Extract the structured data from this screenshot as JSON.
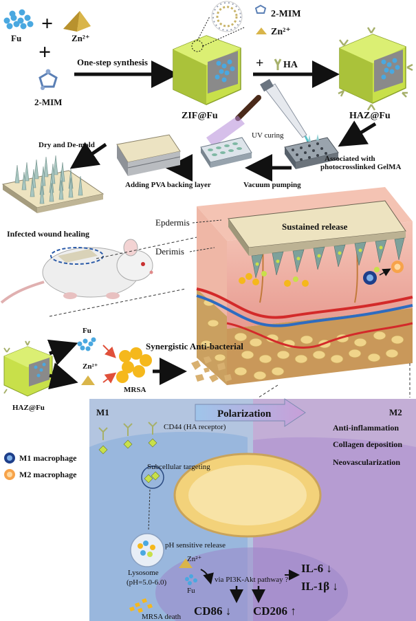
{
  "top": {
    "fu": "Fu",
    "zn": "Zn²⁺",
    "mim": "2-MIM",
    "one_step": "One-step synthesis",
    "legend_mim": "2-MIM",
    "legend_zn": "Zn²⁺",
    "ha": "HA",
    "zif": "ZIF@Fu",
    "haz": "HAZ@Fu",
    "uv": "UV curing",
    "dry": "Dry and De-mold",
    "pva": "Adding PVA  backing layer",
    "vacuum": "Vacuum pumping",
    "associated1": "Associated with",
    "associated2": "photocrosslinked GelMA"
  },
  "skin": {
    "infected": "Infected wound healing",
    "epidermis": "Epdermis",
    "dermis": "Derimis",
    "sustained": "Sustained release"
  },
  "antibacterial": {
    "fu": "Fu",
    "zn": "Zn²⁺",
    "haz": "HAZ@Fu",
    "mrsa": "MRSA",
    "synergistic": "Synergistic Anti-bacterial"
  },
  "legend": {
    "m1": "M1 macrophage",
    "m2": "M2 macrophage"
  },
  "cell": {
    "m1": "M1",
    "m2": "M2",
    "polarization": "Polarization",
    "anti_inflam": "Anti-inflammation",
    "collagen": "Collagen deposition",
    "neovasc": "Neovascularization",
    "cd44": "CD44 (HA receptor)",
    "subcellular": "Subcellular targeting",
    "ph_release": "pH sensitive release",
    "lysosome1": "Lysosome",
    "lysosome2": "(pH=5.0-6.0)",
    "zn": "Zn²⁺",
    "fu": "Fu",
    "pathway": "via PI3K-Akt pathway ?",
    "il6": "IL-6 ↓",
    "il1b": "IL-1β ↓",
    "cd86": "CD86 ↓",
    "cd206": "CD206 ↑",
    "mrsa_death": "MRSA death"
  },
  "colors": {
    "fu_blue": "#4aa8e0",
    "zif_green": "#c8e04a",
    "zn_gold": "#d9b54a",
    "m1_bg": "#a9bfe0",
    "m2_bg": "#c2a8d6",
    "mito": "#f3d27a",
    "skin_pink": "#f2b6ad",
    "fat_yellow": "#e9c267",
    "mrsa_yellow": "#f5b81c"
  }
}
